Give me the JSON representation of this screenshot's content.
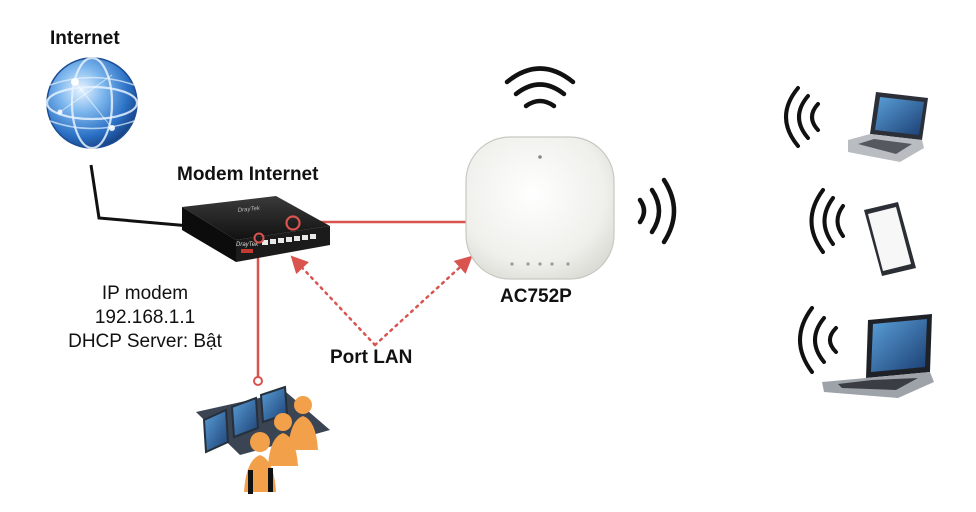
{
  "labels": {
    "internet": "Internet",
    "modem": "Modem Internet",
    "ip_modem": "IP modem",
    "ip_address": "192.168.1.1",
    "dhcp": "DHCP Server: Bật",
    "port_lan": "Port LAN",
    "access_point": "AC752P",
    "router_brand": "DrayTek"
  },
  "colors": {
    "link_line": "#d9534f",
    "dotted_arrow": "#d9534f",
    "wan_line": "#111111",
    "globe": "#2f7fd6",
    "router_body": "#161616",
    "access_point": "#f1f1ee",
    "user_figure": "#f2a14a",
    "wifi_waves": "#111111"
  },
  "icons": {
    "internet": "globe-icon",
    "modem": "router-icon",
    "access_point": "access-point-icon",
    "users": "workstation-users-icon",
    "clients": [
      "laptop-icon",
      "smartphone-icon",
      "laptop-icon"
    ]
  }
}
